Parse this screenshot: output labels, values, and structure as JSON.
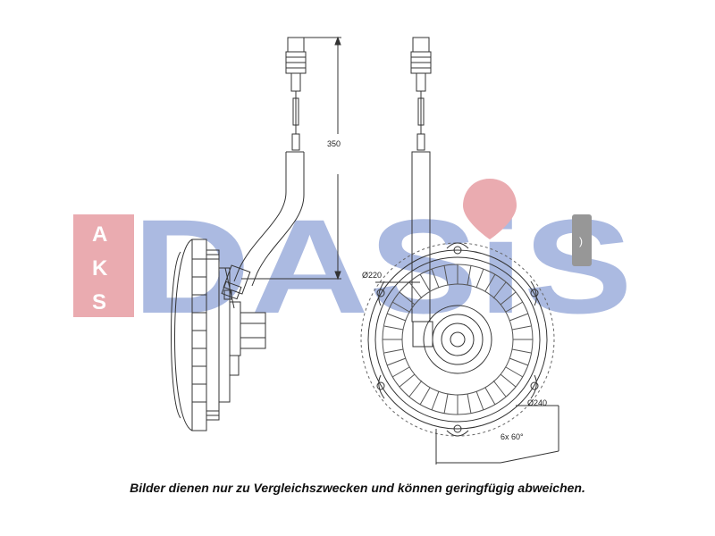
{
  "watermark": {
    "brand_letters": "DASiS",
    "side_letters": [
      "A",
      "K",
      "S"
    ],
    "colors": {
      "red": "#e8a2a8",
      "blue": "#9fb0dc",
      "gray": "#8c8c8c"
    }
  },
  "dimensions": {
    "length": "350",
    "diameter_inner": "Ø220",
    "diameter_outer": "Ø240",
    "bolt_pattern": "6x 60°"
  },
  "caption": "Bilder dienen nur zu Vergleichszwecken und können geringfügig abweichen."
}
